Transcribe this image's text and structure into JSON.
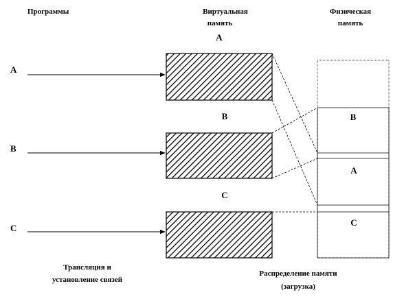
{
  "headers": {
    "programs": "Программы",
    "virtual_line1": "Виртуальная",
    "virtual_line2": "память",
    "physical_line1": "Физическая",
    "physical_line2": "память"
  },
  "programs": [
    "A",
    "B",
    "C"
  ],
  "virtual_segments": [
    "A",
    "B",
    "C"
  ],
  "physical_segments": [
    "B",
    "A",
    "C"
  ],
  "captions": {
    "left_line1": "Трансляция и",
    "left_line2": "установление связей",
    "right_line1": "Распределение памяти",
    "right_line2": "(загрузка)"
  }
}
